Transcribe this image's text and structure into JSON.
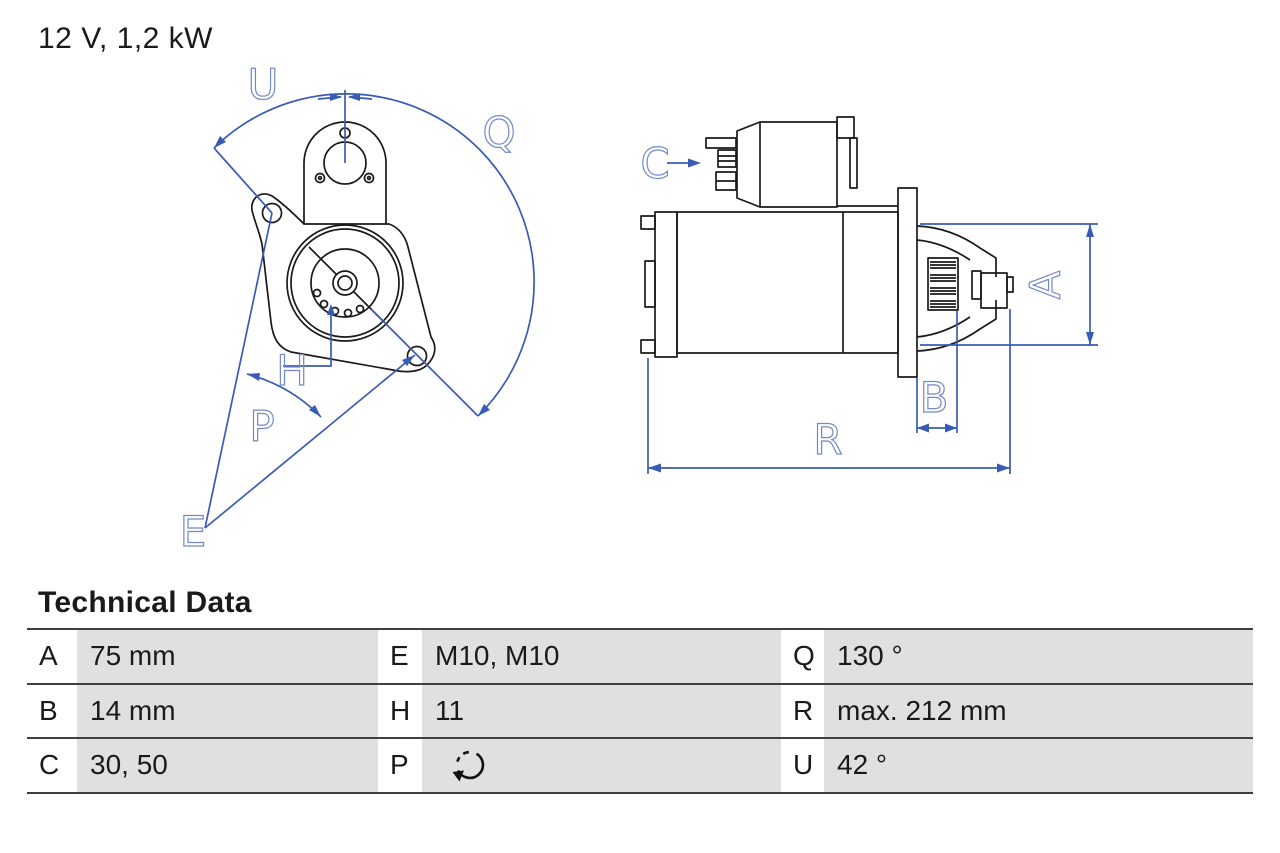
{
  "header": {
    "title": "12 V, 1,2 kW"
  },
  "drawing": {
    "front_view": {
      "name": "starter-motor-front-view",
      "labels": {
        "u": "U",
        "q": "Q",
        "h": "H",
        "p": "P",
        "e": "E"
      }
    },
    "side_view": {
      "name": "starter-motor-side-view",
      "labels": {
        "c": "C",
        "a": "A",
        "b": "B",
        "r": "R"
      }
    },
    "colors": {
      "dimension_blue": "#3a5bb4",
      "label_blue": "#7289cc",
      "line_black": "#1a1a1a"
    }
  },
  "table": {
    "heading": "Technical Data",
    "colors": {
      "value_cell_gray": "#e0e0e0",
      "border_gray": "#3f3f3f"
    },
    "rows": [
      {
        "cells": [
          {
            "key": "A",
            "value": "75 mm"
          },
          {
            "key": "E",
            "value": "M10, M10"
          },
          {
            "key": "Q",
            "value": "130 °"
          }
        ]
      },
      {
        "cells": [
          {
            "key": "B",
            "value": "14 mm"
          },
          {
            "key": "H",
            "value": "11"
          },
          {
            "key": "R",
            "value": "max. 212 mm"
          }
        ]
      },
      {
        "cells": [
          {
            "key": "C",
            "value": "30, 50"
          },
          {
            "key": "P",
            "value": "",
            "icon": "rotation-ccw-icon"
          },
          {
            "key": "U",
            "value": "42 °"
          }
        ]
      }
    ]
  }
}
